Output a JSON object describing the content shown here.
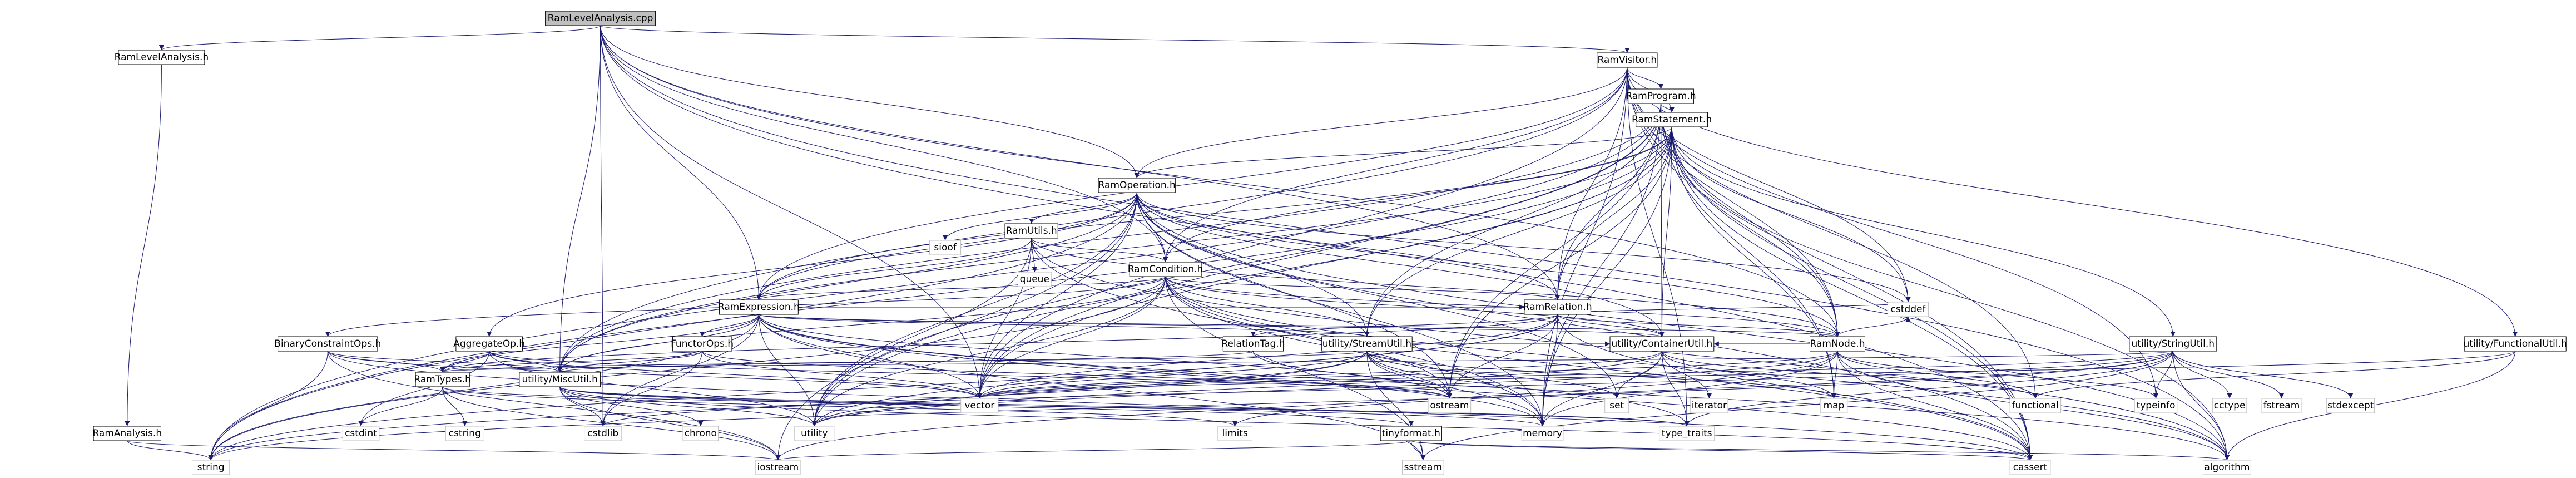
{
  "diagram": {
    "title": "RamLevelAnalysis.cpp",
    "colors": {
      "edge": "#191970",
      "root_fill": "#bfbfbf",
      "node_stroke": "#000000",
      "system_stroke": "#bfbfbf"
    },
    "nodes": [
      {
        "id": "root",
        "label": "RamLevelAnalysis.cpp",
        "kind": "root"
      },
      {
        "id": "ramlevelanalysis_h",
        "label": "RamLevelAnalysis.h",
        "kind": "project"
      },
      {
        "id": "ramvisitor_h",
        "label": "RamVisitor.h",
        "kind": "project"
      },
      {
        "id": "ramprogram_h",
        "label": "RamProgram.h",
        "kind": "project"
      },
      {
        "id": "ramstatement_h",
        "label": "RamStatement.h",
        "kind": "project"
      },
      {
        "id": "ramoperation_h",
        "label": "RamOperation.h",
        "kind": "project"
      },
      {
        "id": "ramutils_h",
        "label": "RamUtils.h",
        "kind": "project"
      },
      {
        "id": "ramcondition_h",
        "label": "RamCondition.h",
        "kind": "project"
      },
      {
        "id": "ramexpression_h",
        "label": "RamExpression.h",
        "kind": "project"
      },
      {
        "id": "ramrelation_h",
        "label": "RamRelation.h",
        "kind": "project"
      },
      {
        "id": "ramnode_h",
        "label": "RamNode.h",
        "kind": "project"
      },
      {
        "id": "ramanalysis_h",
        "label": "RamAnalysis.h",
        "kind": "project"
      },
      {
        "id": "binaryconstraintops_h",
        "label": "BinaryConstraintOps.h",
        "kind": "project"
      },
      {
        "id": "aggregateop_h",
        "label": "AggregateOp.h",
        "kind": "project"
      },
      {
        "id": "functorops_h",
        "label": "FunctorOps.h",
        "kind": "project"
      },
      {
        "id": "ramtypes_h",
        "label": "RamTypes.h",
        "kind": "project"
      },
      {
        "id": "relationtag_h",
        "label": "RelationTag.h",
        "kind": "project"
      },
      {
        "id": "utility_streamutil_h",
        "label": "utility/StreamUtil.h",
        "kind": "project"
      },
      {
        "id": "utility_containerutil_h",
        "label": "utility/ContainerUtil.h",
        "kind": "project"
      },
      {
        "id": "utility_miscutil_h",
        "label": "utility/MiscUtil.h",
        "kind": "project"
      },
      {
        "id": "utility_stringutil_h",
        "label": "utility/StringUtil.h",
        "kind": "project"
      },
      {
        "id": "utility_functionalutil_h",
        "label": "utility/FunctionalUtil.h",
        "kind": "project"
      },
      {
        "id": "tinyformat_h",
        "label": "tinyformat.h",
        "kind": "project"
      },
      {
        "id": "sstream",
        "label": "sstream",
        "kind": "system"
      },
      {
        "id": "ostream",
        "label": "ostream",
        "kind": "system"
      },
      {
        "id": "iostream",
        "label": "iostream",
        "kind": "system"
      },
      {
        "id": "string",
        "label": "string",
        "kind": "system"
      },
      {
        "id": "vector",
        "label": "vector",
        "kind": "system"
      },
      {
        "id": "memory",
        "label": "memory",
        "kind": "system"
      },
      {
        "id": "utility",
        "label": "utility",
        "kind": "system"
      },
      {
        "id": "cassert",
        "label": "cassert",
        "kind": "system"
      },
      {
        "id": "algorithm",
        "label": "algorithm",
        "kind": "system"
      },
      {
        "id": "cstddef",
        "label": "cstddef",
        "kind": "system"
      },
      {
        "id": "functional",
        "label": "functional",
        "kind": "system"
      },
      {
        "id": "typeinfo",
        "label": "typeinfo",
        "kind": "system"
      },
      {
        "id": "type_traits",
        "label": "type_traits",
        "kind": "system"
      },
      {
        "id": "map",
        "label": "map",
        "kind": "system"
      },
      {
        "id": "set",
        "label": "set",
        "kind": "system"
      },
      {
        "id": "iterator",
        "label": "iterator",
        "kind": "system"
      },
      {
        "id": "limits",
        "label": "limits",
        "kind": "system"
      },
      {
        "id": "cstdint",
        "label": "cstdint",
        "kind": "system"
      },
      {
        "id": "cstring",
        "label": "cstring",
        "kind": "system"
      },
      {
        "id": "cstdlib",
        "label": "cstdlib",
        "kind": "system"
      },
      {
        "id": "chrono",
        "label": "chrono",
        "kind": "system"
      },
      {
        "id": "queue",
        "label": "queue",
        "kind": "system"
      },
      {
        "id": "sioof",
        "label": "sioof",
        "kind": "system"
      },
      {
        "id": "cctype",
        "label": "cctype",
        "kind": "system"
      },
      {
        "id": "fstream",
        "label": "fstream",
        "kind": "system"
      },
      {
        "id": "stdexcept",
        "label": "stdexcept",
        "kind": "system"
      }
    ],
    "edges": [
      [
        "root",
        "ramlevelanalysis_h"
      ],
      [
        "root",
        "ramvisitor_h"
      ],
      [
        "root",
        "ramexpression_h"
      ],
      [
        "root",
        "ramcondition_h"
      ],
      [
        "root",
        "ramoperation_h"
      ],
      [
        "root",
        "ramrelation_h"
      ],
      [
        "root",
        "ramnode_h"
      ],
      [
        "root",
        "utility_miscutil_h"
      ],
      [
        "root",
        "vector"
      ],
      [
        "root",
        "cassert"
      ],
      [
        "root",
        "algorithm"
      ],
      [
        "root",
        "cstdlib"
      ],
      [
        "ramlevelanalysis_h",
        "ramanalysis_h"
      ],
      [
        "ramanalysis_h",
        "string"
      ],
      [
        "ramanalysis_h",
        "iostream"
      ],
      [
        "ramvisitor_h",
        "ramprogram_h"
      ],
      [
        "ramvisitor_h",
        "ramstatement_h"
      ],
      [
        "ramvisitor_h",
        "ramoperation_h"
      ],
      [
        "ramvisitor_h",
        "ramcondition_h"
      ],
      [
        "ramvisitor_h",
        "ramexpression_h"
      ],
      [
        "ramvisitor_h",
        "ramrelation_h"
      ],
      [
        "ramvisitor_h",
        "ramnode_h"
      ],
      [
        "ramvisitor_h",
        "utility_functionalutil_h"
      ],
      [
        "ramvisitor_h",
        "utility_miscutil_h"
      ],
      [
        "ramvisitor_h",
        "vector"
      ],
      [
        "ramvisitor_h",
        "functional"
      ],
      [
        "ramvisitor_h",
        "typeinfo"
      ],
      [
        "ramvisitor_h",
        "cstddef"
      ],
      [
        "ramvisitor_h",
        "type_traits"
      ],
      [
        "ramvisitor_h",
        "memory"
      ],
      [
        "ramvisitor_h",
        "cassert"
      ],
      [
        "ramprogram_h",
        "ramstatement_h"
      ],
      [
        "ramprogram_h",
        "ramrelation_h"
      ],
      [
        "ramprogram_h",
        "ramnode_h"
      ],
      [
        "ramprogram_h",
        "utility_containerutil_h"
      ],
      [
        "ramprogram_h",
        "utility_miscutil_h"
      ],
      [
        "ramprogram_h",
        "utility_streamutil_h"
      ],
      [
        "ramprogram_h",
        "map"
      ],
      [
        "ramprogram_h",
        "memory"
      ],
      [
        "ramprogram_h",
        "string"
      ],
      [
        "ramprogram_h",
        "vector"
      ],
      [
        "ramprogram_h",
        "ostream"
      ],
      [
        "ramprogram_h",
        "utility"
      ],
      [
        "ramprogram_h",
        "cassert"
      ],
      [
        "ramstatement_h",
        "ramoperation_h"
      ],
      [
        "ramstatement_h",
        "ramcondition_h"
      ],
      [
        "ramstatement_h",
        "ramexpression_h"
      ],
      [
        "ramstatement_h",
        "ramrelation_h"
      ],
      [
        "ramstatement_h",
        "ramnode_h"
      ],
      [
        "ramstatement_h",
        "utility_containerutil_h"
      ],
      [
        "ramstatement_h",
        "utility_miscutil_h"
      ],
      [
        "ramstatement_h",
        "utility_streamutil_h"
      ],
      [
        "ramstatement_h",
        "utility_stringutil_h"
      ],
      [
        "ramstatement_h",
        "algorithm"
      ],
      [
        "ramstatement_h",
        "cassert"
      ],
      [
        "ramstatement_h",
        "cstddef"
      ],
      [
        "ramstatement_h",
        "map"
      ],
      [
        "ramstatement_h",
        "memory"
      ],
      [
        "ramstatement_h",
        "ostream"
      ],
      [
        "ramstatement_h",
        "string"
      ],
      [
        "ramstatement_h",
        "utility"
      ],
      [
        "ramstatement_h",
        "vector"
      ],
      [
        "ramoperation_h",
        "ramutils_h"
      ],
      [
        "ramoperation_h",
        "ramcondition_h"
      ],
      [
        "ramoperation_h",
        "ramexpression_h"
      ],
      [
        "ramoperation_h",
        "ramrelation_h"
      ],
      [
        "ramoperation_h",
        "ramnode_h"
      ],
      [
        "ramoperation_h",
        "aggregateop_h"
      ],
      [
        "ramoperation_h",
        "utility_containerutil_h"
      ],
      [
        "ramoperation_h",
        "utility_miscutil_h"
      ],
      [
        "ramoperation_h",
        "utility_streamutil_h"
      ],
      [
        "ramoperation_h",
        "algorithm"
      ],
      [
        "ramoperation_h",
        "cassert"
      ],
      [
        "ramoperation_h",
        "cstddef"
      ],
      [
        "ramoperation_h",
        "sioof"
      ],
      [
        "ramoperation_h",
        "iostream"
      ],
      [
        "ramoperation_h",
        "memory"
      ],
      [
        "ramoperation_h",
        "ostream"
      ],
      [
        "ramoperation_h",
        "set"
      ],
      [
        "ramoperation_h",
        "string"
      ],
      [
        "ramoperation_h",
        "utility"
      ],
      [
        "ramoperation_h",
        "vector"
      ],
      [
        "ramutils_h",
        "ramcondition_h"
      ],
      [
        "ramutils_h",
        "ramexpression_h"
      ],
      [
        "ramutils_h",
        "ramnode_h"
      ],
      [
        "ramutils_h",
        "queue"
      ],
      [
        "ramutils_h",
        "memory"
      ],
      [
        "ramutils_h",
        "utility"
      ],
      [
        "ramutils_h",
        "vector"
      ],
      [
        "ramutils_h",
        "algorithm"
      ],
      [
        "ramcondition_h",
        "ramexpression_h"
      ],
      [
        "ramcondition_h",
        "ramrelation_h"
      ],
      [
        "ramcondition_h",
        "ramnode_h"
      ],
      [
        "ramcondition_h",
        "binaryconstraintops_h"
      ],
      [
        "ramcondition_h",
        "utility_containerutil_h"
      ],
      [
        "ramcondition_h",
        "utility_miscutil_h"
      ],
      [
        "ramcondition_h",
        "utility_streamutil_h"
      ],
      [
        "ramcondition_h",
        "cassert"
      ],
      [
        "ramcondition_h",
        "memory"
      ],
      [
        "ramcondition_h",
        "sstream"
      ],
      [
        "ramcondition_h",
        "string"
      ],
      [
        "ramcondition_h",
        "utility"
      ],
      [
        "ramcondition_h",
        "vector"
      ],
      [
        "ramcondition_h",
        "ostream"
      ],
      [
        "ramcondition_h",
        "algorithm"
      ],
      [
        "ramexpression_h",
        "ramnode_h"
      ],
      [
        "ramexpression_h",
        "ramrelation_h"
      ],
      [
        "ramexpression_h",
        "functorops_h"
      ],
      [
        "ramexpression_h",
        "ramtypes_h"
      ],
      [
        "ramexpression_h",
        "utility_containerutil_h"
      ],
      [
        "ramexpression_h",
        "utility_miscutil_h"
      ],
      [
        "ramexpression_h",
        "utility_streamutil_h"
      ],
      [
        "ramexpression_h",
        "algorithm"
      ],
      [
        "ramexpression_h",
        "cassert"
      ],
      [
        "ramexpression_h",
        "cstdlib"
      ],
      [
        "ramexpression_h",
        "memory"
      ],
      [
        "ramexpression_h",
        "sstream"
      ],
      [
        "ramexpression_h",
        "string"
      ],
      [
        "ramexpression_h",
        "utility"
      ],
      [
        "ramexpression_h",
        "vector"
      ],
      [
        "ramexpression_h",
        "ostream"
      ],
      [
        "ramrelation_h",
        "ramnode_h"
      ],
      [
        "ramrelation_h",
        "relationtag_h"
      ],
      [
        "ramrelation_h",
        "utility_containerutil_h"
      ],
      [
        "ramrelation_h",
        "ramtypes_h"
      ],
      [
        "ramrelation_h",
        "cassert"
      ],
      [
        "ramrelation_h",
        "cstddef"
      ],
      [
        "ramrelation_h",
        "memory"
      ],
      [
        "ramrelation_h",
        "ostream"
      ],
      [
        "ramrelation_h",
        "string"
      ],
      [
        "ramrelation_h",
        "utility"
      ],
      [
        "ramrelation_h",
        "vector"
      ],
      [
        "ramnode_h",
        "utility_containerutil_h"
      ],
      [
        "ramnode_h",
        "functional"
      ],
      [
        "ramnode_h",
        "iostream"
      ],
      [
        "ramnode_h",
        "memory"
      ],
      [
        "ramnode_h",
        "typeinfo"
      ],
      [
        "ramnode_h",
        "utility"
      ],
      [
        "ramnode_h",
        "vector"
      ],
      [
        "ramnode_h",
        "cassert"
      ],
      [
        "ramnode_h",
        "cstddef"
      ],
      [
        "ramnode_h",
        "algorithm"
      ],
      [
        "ramnode_h",
        "map"
      ],
      [
        "binaryconstraintops_h",
        "ramtypes_h"
      ],
      [
        "binaryconstraintops_h",
        "utility_miscutil_h"
      ],
      [
        "binaryconstraintops_h",
        "iostream"
      ],
      [
        "binaryconstraintops_h",
        "string"
      ],
      [
        "binaryconstraintops_h",
        "vector"
      ],
      [
        "binaryconstraintops_h",
        "cassert"
      ],
      [
        "aggregateop_h",
        "ramtypes_h"
      ],
      [
        "aggregateop_h",
        "utility_miscutil_h"
      ],
      [
        "aggregateop_h",
        "cstdint"
      ],
      [
        "aggregateop_h",
        "ostream"
      ],
      [
        "aggregateop_h",
        "utility"
      ],
      [
        "aggregateop_h",
        "vector"
      ],
      [
        "functorops_h",
        "ramtypes_h"
      ],
      [
        "functorops_h",
        "utility_miscutil_h"
      ],
      [
        "functorops_h",
        "cstdlib"
      ],
      [
        "functorops_h",
        "ostream"
      ],
      [
        "functorops_h",
        "vector"
      ],
      [
        "ramtypes_h",
        "cstdint"
      ],
      [
        "ramtypes_h",
        "cstring"
      ],
      [
        "ramtypes_h",
        "iostream"
      ],
      [
        "ramtypes_h",
        "limits"
      ],
      [
        "ramtypes_h",
        "type_traits"
      ],
      [
        "relationtag_h",
        "utility_miscutil_h"
      ],
      [
        "relationtag_h",
        "ostream"
      ],
      [
        "utility_streamutil_h",
        "utility_containerutil_h"
      ],
      [
        "utility_streamutil_h",
        "ramtypes_h"
      ],
      [
        "utility_streamutil_h",
        "map"
      ],
      [
        "utility_streamutil_h",
        "memory"
      ],
      [
        "utility_streamutil_h",
        "ostream"
      ],
      [
        "utility_streamutil_h",
        "set"
      ],
      [
        "utility_streamutil_h",
        "string"
      ],
      [
        "utility_streamutil_h",
        "utility"
      ],
      [
        "utility_streamutil_h",
        "vector"
      ],
      [
        "utility_streamutil_h",
        "sstream"
      ],
      [
        "utility_streamutil_h",
        "type_traits"
      ],
      [
        "utility_containerutil_h",
        "functional"
      ],
      [
        "utility_containerutil_h",
        "iterator"
      ],
      [
        "utility_containerutil_h",
        "map"
      ],
      [
        "utility_containerutil_h",
        "memory"
      ],
      [
        "utility_containerutil_h",
        "set"
      ],
      [
        "utility_containerutil_h",
        "type_traits"
      ],
      [
        "utility_containerutil_h",
        "utility"
      ],
      [
        "utility_containerutil_h",
        "vector"
      ],
      [
        "utility_miscutil_h",
        "tinyformat_h"
      ],
      [
        "utility_miscutil_h",
        "chrono"
      ],
      [
        "utility_miscutil_h",
        "iostream"
      ],
      [
        "utility_miscutil_h",
        "memory"
      ],
      [
        "utility_miscutil_h",
        "utility"
      ],
      [
        "utility_miscutil_h",
        "cstdlib"
      ],
      [
        "utility_miscutil_h",
        "type_traits"
      ],
      [
        "utility_miscutil_h",
        "cassert"
      ],
      [
        "tinyformat_h",
        "algorithm"
      ],
      [
        "tinyformat_h",
        "cassert"
      ],
      [
        "tinyformat_h",
        "iostream"
      ],
      [
        "tinyformat_h",
        "sstream"
      ],
      [
        "utility_stringutil_h",
        "ramtypes_h"
      ],
      [
        "utility_stringutil_h",
        "algorithm"
      ],
      [
        "utility_stringutil_h",
        "cctype"
      ],
      [
        "utility_stringutil_h",
        "cstdlib"
      ],
      [
        "utility_stringutil_h",
        "fstream"
      ],
      [
        "utility_stringutil_h",
        "limits"
      ],
      [
        "utility_stringutil_h",
        "sstream"
      ],
      [
        "utility_stringutil_h",
        "stdexcept"
      ],
      [
        "utility_stringutil_h",
        "string"
      ],
      [
        "utility_stringutil_h",
        "type_traits"
      ],
      [
        "utility_stringutil_h",
        "typeinfo"
      ],
      [
        "utility_stringutil_h",
        "vector"
      ],
      [
        "utility_functionalutil_h",
        "algorithm"
      ],
      [
        "utility_functionalutil_h",
        "functional"
      ],
      [
        "utility_functionalutil_h",
        "vector"
      ]
    ]
  }
}
